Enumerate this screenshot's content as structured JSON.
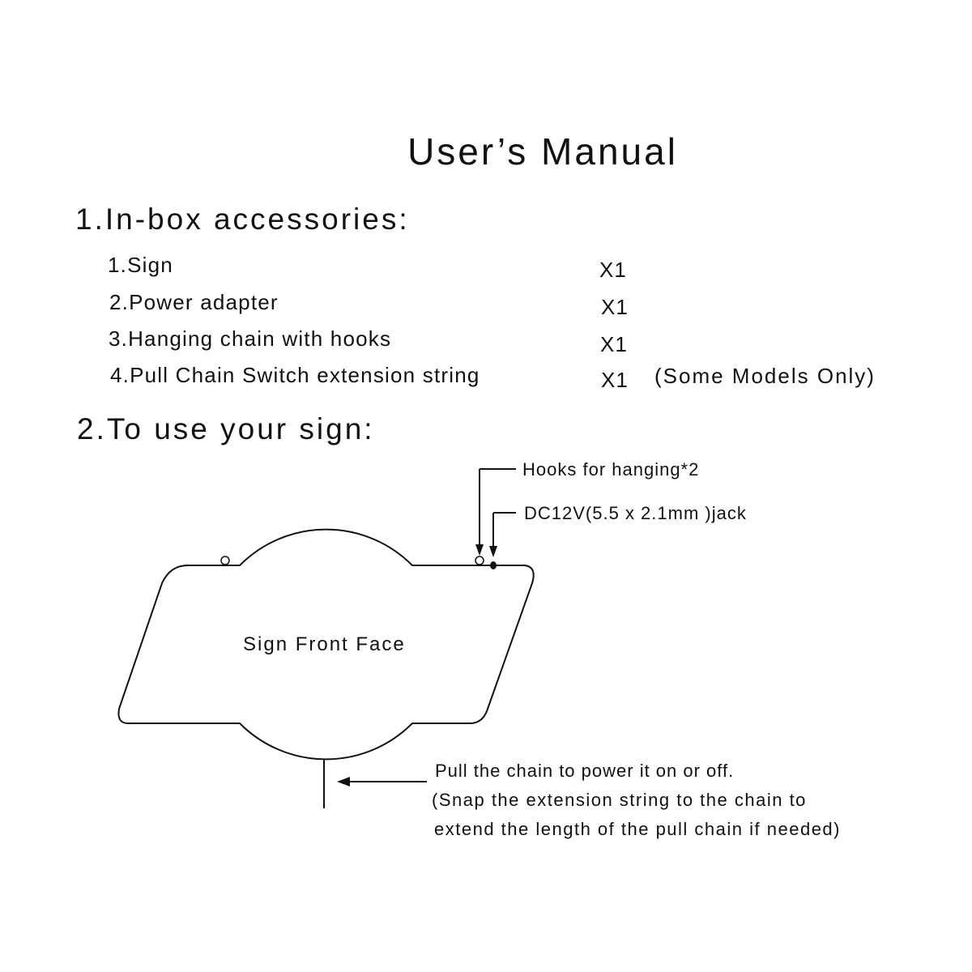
{
  "title": "User’s Manual",
  "section1": {
    "heading": "1.In-box accessories:",
    "items": [
      {
        "label": "1.Sign",
        "qty": "X1"
      },
      {
        "label": "2.Power adapter",
        "qty": "X1"
      },
      {
        "label": "3.Hanging chain with hooks",
        "qty": "X1"
      },
      {
        "label": "4.Pull Chain Switch extension string",
        "qty": "X1",
        "note": "(Some Models Only)"
      }
    ]
  },
  "section2": {
    "heading": "2.To use your sign:",
    "diagram": {
      "face_label": "Sign Front Face",
      "hooks_label": "Hooks for hanging*2",
      "jack_label": "DC12V(5.5 x 2.1mm )jack",
      "pull_line1": "Pull the chain to power it on or off.",
      "pull_line2": "(Snap the extension string to the chain to",
      "pull_line3": "extend the length of the pull chain if needed)"
    }
  }
}
